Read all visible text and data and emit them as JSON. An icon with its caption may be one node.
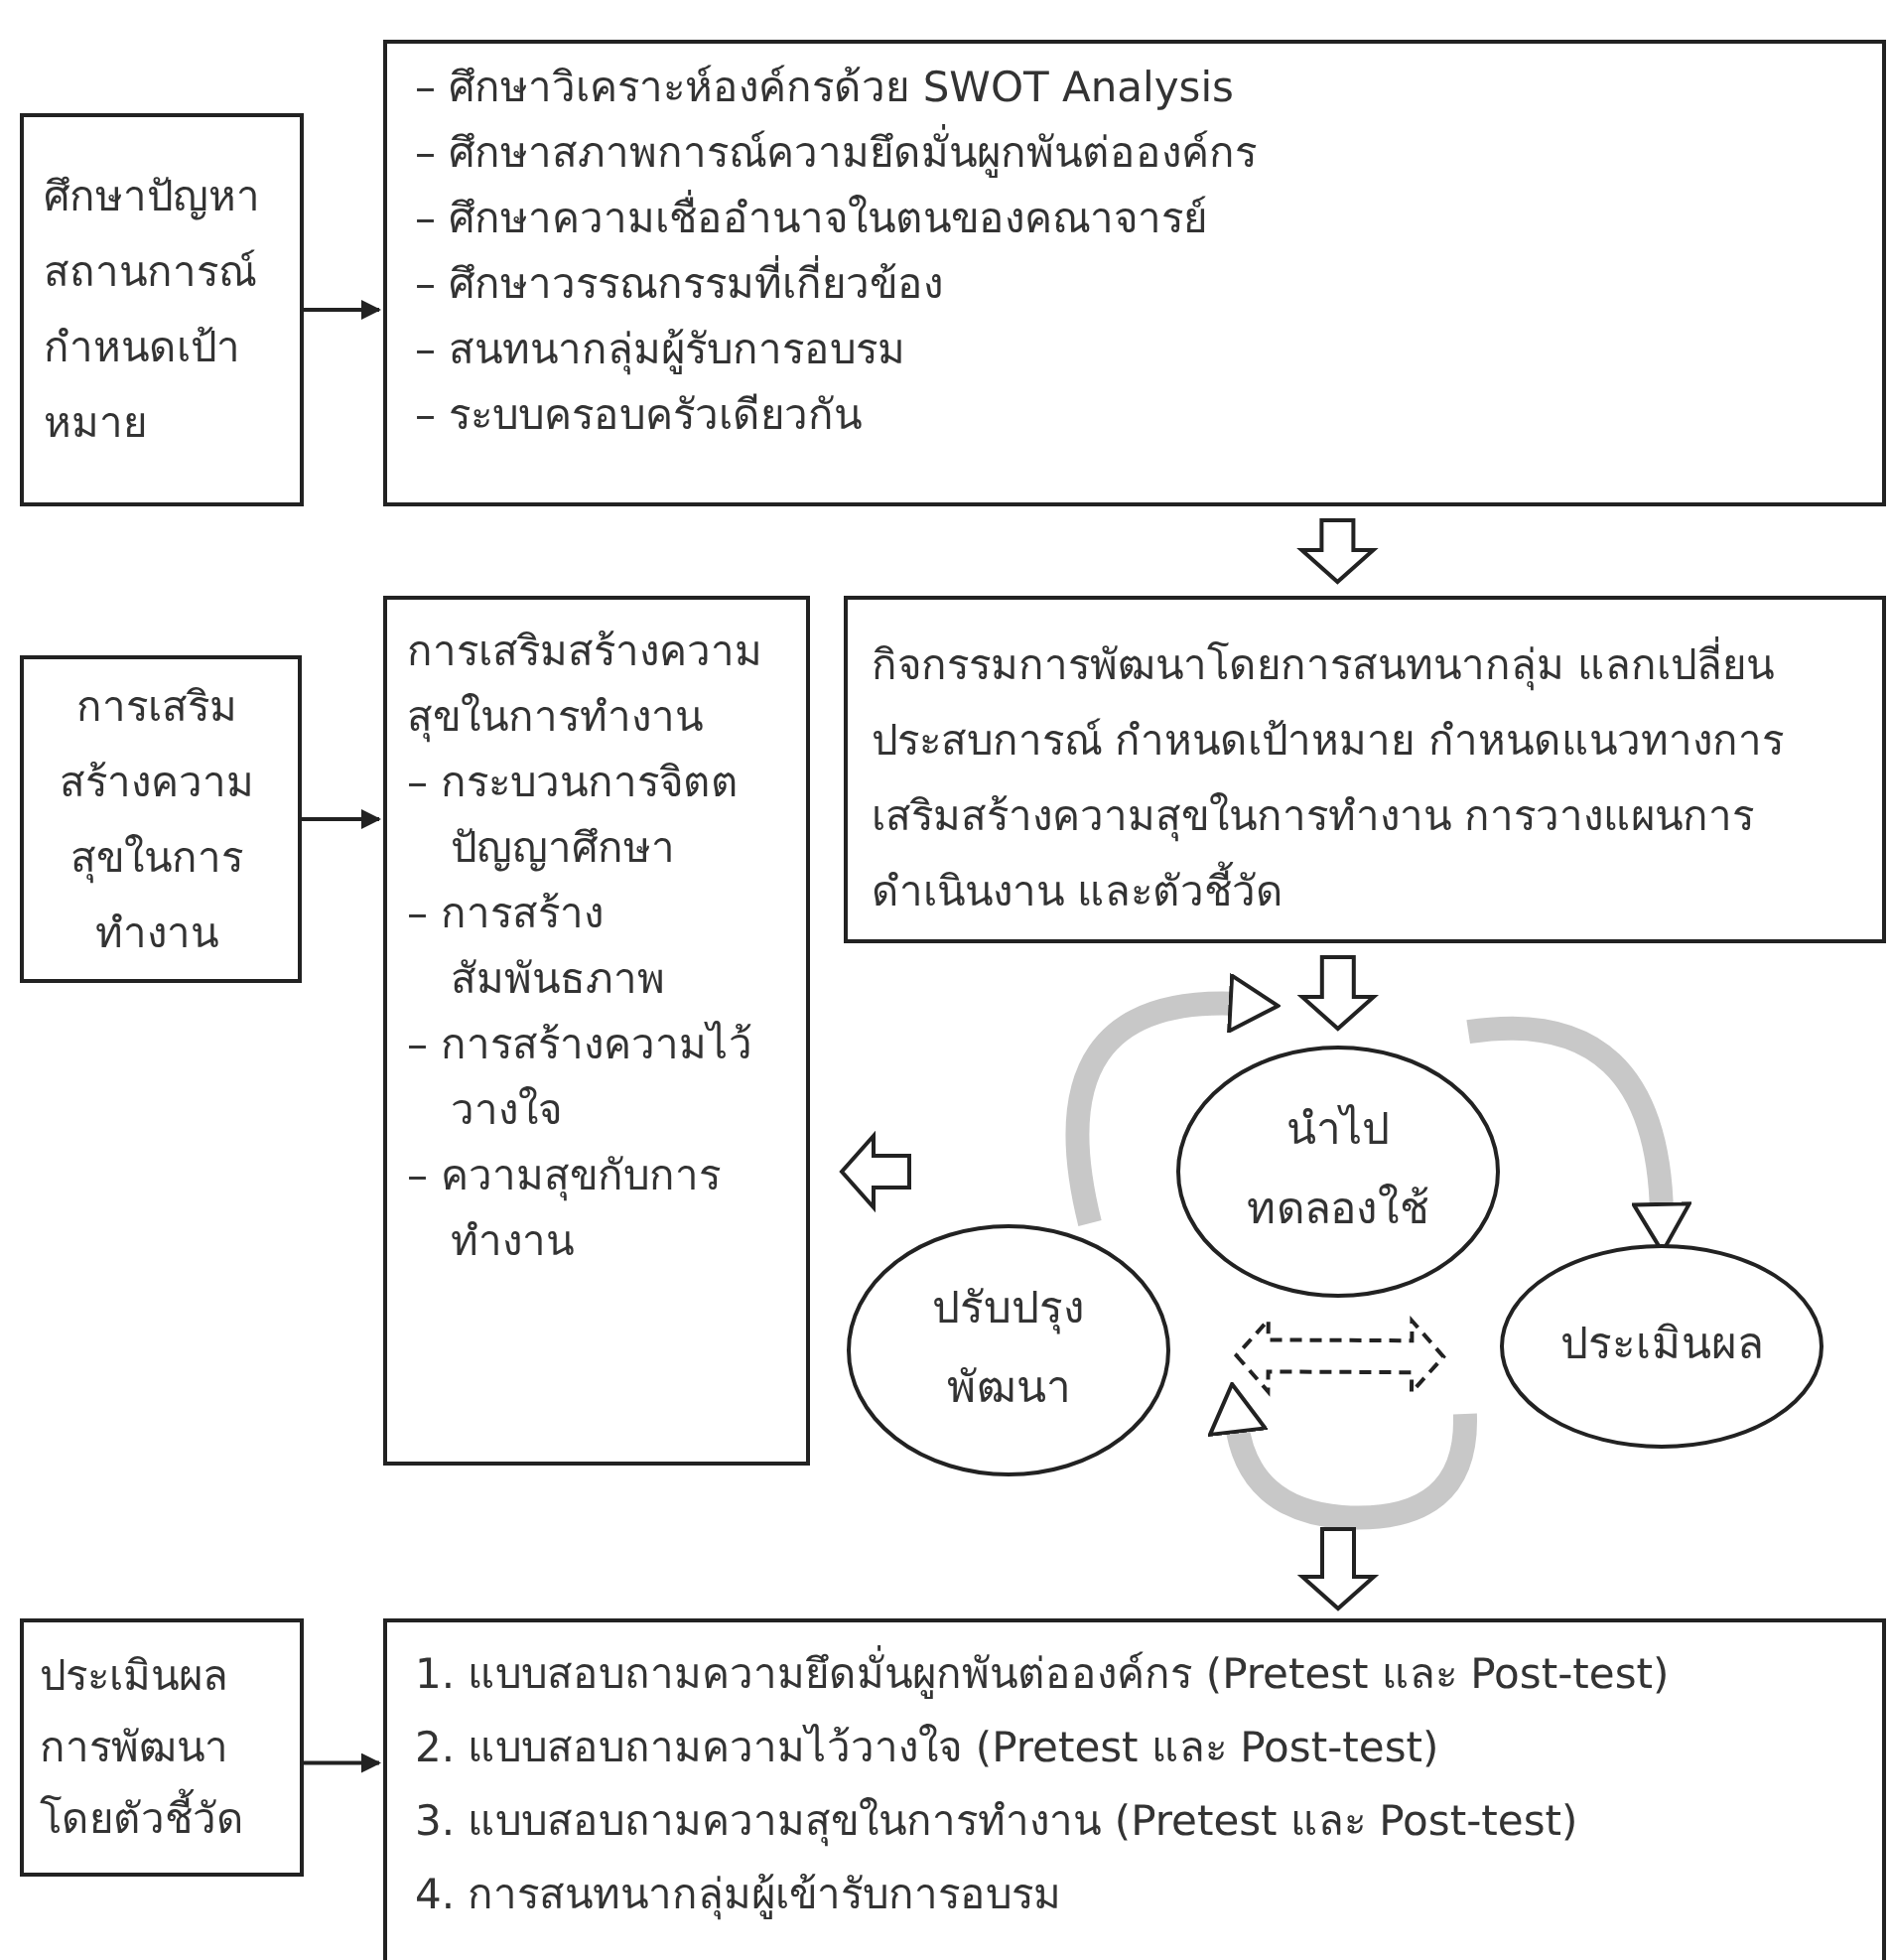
{
  "diagram": {
    "nodes": [
      {
        "text": [
          "ศึกษาปัญหาสถานการณ์กำหนดเป้าหมาย"
        ]
      },
      {
        "text": [
          "– ศึกษาวิเคราะห์องค์กรด้วย SWOT Analysis",
          "– ศึกษาสภาพการณ์ความยึดมั่นผูกพันต่อองค์กร",
          "– ศึกษาความเชื่ออำนาจในตนของคณาจารย์",
          "– ศึกษาวรรณกรรมที่เกี่ยวข้อง",
          "– สนทนากลุ่มผู้รับการอบรม",
          "– ระบบครอบครัวเดียวกัน"
        ]
      },
      {
        "text": [
          "การเสริมสร้างความสุขในการทำงาน"
        ]
      },
      {
        "text": [
          "การเสริมสร้างความสุขในการทำงาน",
          "– กระบวนการจิตตปัญญาศึกษา",
          "– การสร้างสัมพันธภาพ",
          "– การสร้างความไว้วางใจ",
          "– ความสุขกับการทำงาน"
        ]
      },
      {
        "text": [
          "กิจกรรมการพัฒนาโดยการสนทนากลุ่ม แลกเปลี่ยนประสบการณ์ กำหนดเป้าหมาย กำหนดแนวทางการเสริมสร้างความสุขในการทำงาน การวางแผนการดำเนินงาน และตัวชี้วัด"
        ]
      },
      {
        "text": [
          "นำไปทดลองใช้"
        ]
      },
      {
        "text": [
          "ปรับปรุงพัฒนา"
        ]
      },
      {
        "text": [
          "ประเมินผล"
        ]
      },
      {
        "text": [
          "ประเมินผลการพัฒนาโดยตัวชี้วัด"
        ]
      },
      {
        "text": [
          "1. แบบสอบถามความยึดมั่นผูกพันต่อองค์กร (Pretest และ Post-test)",
          "2. แบบสอบถามความไว้วางใจ (Pretest และ Post-test)",
          "3. แบบสอบถามความสุขในการทำงาน (Pretest และ Post-test)",
          "4. การสนทนากลุ่มผู้เข้ารับการอบรม"
        ]
      }
    ],
    "edges": [
      {
        "from": 0,
        "to": 1,
        "arrow": "to"
      },
      {
        "from": 2,
        "to": 3,
        "arrow": "to"
      },
      {
        "from": 8,
        "to": 9,
        "arrow": "to"
      },
      {
        "from": 1,
        "to": 4,
        "arrow": "to",
        "style": "thick"
      },
      {
        "from": 4,
        "to": 5,
        "arrow": "to",
        "style": "thick"
      },
      {
        "from": 6,
        "to": 5,
        "arrow": "to",
        "style": "thick",
        "color": "#c8c8c8"
      },
      {
        "from": 5,
        "to": 7,
        "arrow": "to",
        "style": "thick",
        "color": "#c8c8c8"
      },
      {
        "from": 7,
        "to": 6,
        "arrow": "to",
        "style": "thick",
        "color": "#c8c8c8"
      },
      {
        "from": 6,
        "to": 7,
        "arrow": "both",
        "style": "dashed"
      },
      {
        "from": null,
        "to": 3,
        "arrow": "to",
        "style": "thick"
      },
      {
        "from": null,
        "to": 9,
        "arrow": "to",
        "style": "thick"
      }
    ]
  }
}
